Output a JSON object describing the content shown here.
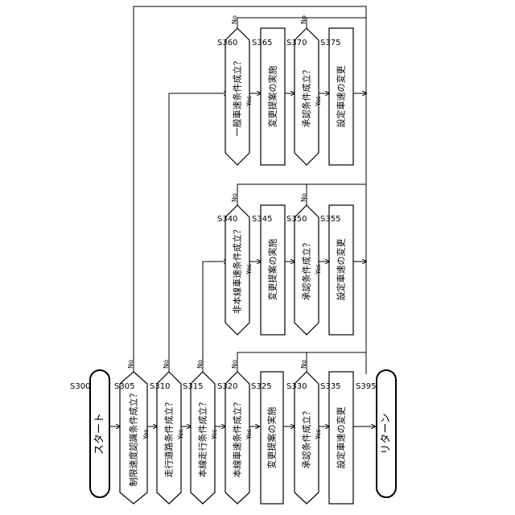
{
  "start": {
    "id": "S300",
    "label": "スタート"
  },
  "end": {
    "id": "S395",
    "label": "リターン"
  },
  "labels": {
    "yes": "Yes",
    "no": "No"
  },
  "chain": [
    {
      "id": "S305",
      "label": "制限速度認識条件成立？"
    },
    {
      "id": "S310",
      "label": "走行道路条件成立？"
    },
    {
      "id": "S315",
      "label": "本線走行条件成立？"
    },
    {
      "id": "S320",
      "label": "本線車速条件成立？"
    }
  ],
  "bottom_branch": [
    {
      "id": "S325",
      "label": "変更提案の実施"
    },
    {
      "id": "S330",
      "label": "承認条件成立？"
    },
    {
      "id": "S335",
      "label": "設定車速の変更"
    }
  ],
  "middle_branch": [
    {
      "id": "S340",
      "label": "非本線車速条件成立？"
    },
    {
      "id": "S345",
      "label": "変更提案の実施"
    },
    {
      "id": "S350",
      "label": "承認条件成立？"
    },
    {
      "id": "S355",
      "label": "設定車速の変更"
    }
  ],
  "top_branch": [
    {
      "id": "S360",
      "label": "一般車速条件成立？"
    },
    {
      "id": "S365",
      "label": "変更提案の実施"
    },
    {
      "id": "S370",
      "label": "承認条件成立？"
    },
    {
      "id": "S375",
      "label": "設定車速の変更"
    }
  ]
}
